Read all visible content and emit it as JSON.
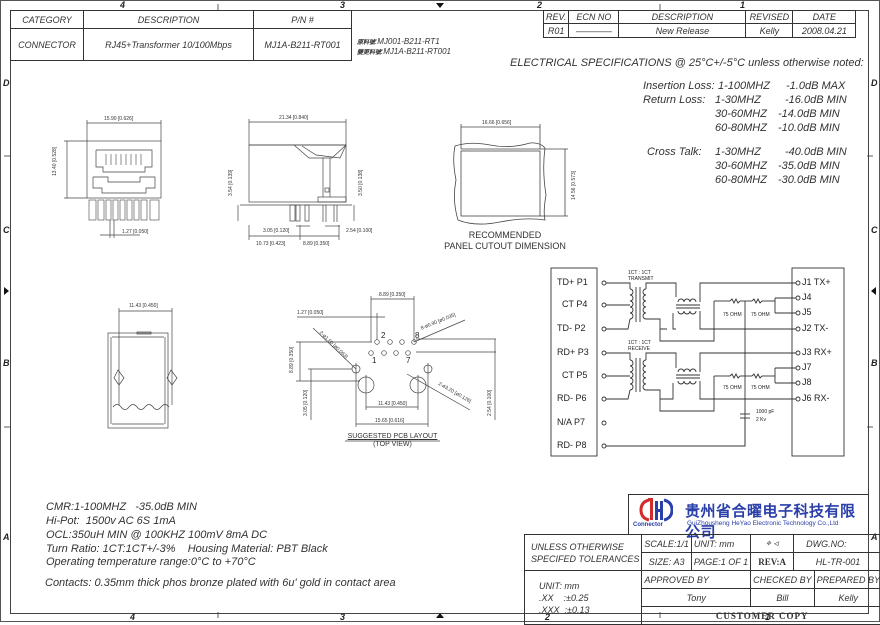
{
  "frame": {
    "top_zones": [
      "4",
      "3",
      "2",
      "1"
    ],
    "side_zones": [
      "D",
      "C",
      "B",
      "A"
    ]
  },
  "header_table": {
    "columns": [
      "CATEGORY",
      "DESCRIPTION",
      "P/N #"
    ],
    "row": [
      "CONNECTOR",
      "RJ45+Transformer  10/100Mbps",
      "MJ1A-B211-RT001"
    ]
  },
  "part_notes": {
    "line1_label": "原料號",
    "line1_value": ":MJ001-B211-RT1",
    "line2_label": "變更料號",
    "line2_value": ":MJ1A-B211-RT001"
  },
  "revision_table": {
    "columns": [
      "REV.",
      "ECN NO",
      "DESCRIPTION",
      "REVISED",
      "DATE"
    ],
    "rows": [
      [
        "R01",
        "————",
        "New Release",
        "Kelly",
        "2008.04.21"
      ]
    ]
  },
  "electrical": {
    "title": "ELECTRICAL SPECIFICATIONS @ 25°C+/-5°C unless otherwise noted:",
    "insertion_loss": {
      "label": "Insertion Loss:",
      "range": "1-100MHZ",
      "value": "-1.0dB MAX"
    },
    "return_loss": {
      "label": "Return Loss:",
      "rows": [
        {
          "range": "1-30MHZ",
          "value": "-16.0dB MIN"
        },
        {
          "range": "30-60MHZ",
          "value": "-14.0dB MIN"
        },
        {
          "range": "60-80MHZ",
          "value": "-10.0dB MIN"
        }
      ]
    },
    "cross_talk": {
      "label": "Cross Talk:",
      "rows": [
        {
          "range": "1-30MHZ",
          "value": "-40.0dB MIN"
        },
        {
          "range": "30-60MHZ",
          "value": "-35.0dB MIN"
        },
        {
          "range": "60-80MHZ",
          "value": "-30.0dB MIN"
        }
      ]
    }
  },
  "front_view": {
    "width_dim": "15.90 [0.626]",
    "height_dim": "13.40 [0.528]",
    "pitch_dim": "1.27 [0.050]"
  },
  "side_view": {
    "length_dim": "21.34 [0.840]",
    "left_h_dim": "3.54 [0.139]",
    "right_h_dim": "3.50 [0.138]",
    "d1": "3.05 [0.120]",
    "d2": "10.73 [0.423]",
    "d3": "8.89 [0.350]",
    "d4": "2.54 [0.100]"
  },
  "panel_cutout": {
    "width_dim": "16.66 [0.656]",
    "height_dim": "14.56 [0.573]",
    "caption_line1": "RECOMMENDED",
    "caption_line2": "PANEL  CUTOUT  DIMENSION"
  },
  "bottom_view": {
    "width_dim": "11.43 [0.450]"
  },
  "pcb_layout": {
    "d_top": "8.89 [0.350]",
    "d_pitch": "1.27 [0.050]",
    "pin_hole": "8-ø0.90 [ø0.035]",
    "post_hole": "2-ø1.60 [ø0.063]",
    "peg_hole": "2-ø3.20 [ø0.126]",
    "d_row": "8.89 [0.350]",
    "d_left": "3.05 [0.120]",
    "d_right": "2.54 [0.100]",
    "d_inner": "11.43 [0.450]",
    "d_outer": "15.65 [0.616]",
    "pin_labels": [
      "2",
      "8",
      "1",
      "7"
    ],
    "caption_line1": "SUGGESTED  PCB  LAYOUT",
    "caption_line2": "(TOP  VIEW)"
  },
  "schematic": {
    "left_pins": [
      "TD+  P1",
      "CT  P4",
      "TD-  P2",
      "RD+  P3",
      "CT  P5",
      "RD-  P6",
      "N/A  P7",
      "RD-  P8"
    ],
    "right_pins": [
      "J1  TX+",
      "J4",
      "J5",
      "J2  TX-",
      "J3  RX+",
      "J7",
      "J8",
      "J6  RX-"
    ],
    "tx_label_1": "1CT : 1CT",
    "tx_label_2": "TRANSMIT",
    "rx_label_1": "1CT : 1CT",
    "rx_label_2": "RECEIVE",
    "resistor_label": "75 OHM",
    "cap_label_1": "1000 pF",
    "cap_label_2": "2 Kv"
  },
  "notes": [
    "CMR:1-100MHZ   -35.0dB MIN",
    "Hi-Pot:  1500v AC 6S 1mA",
    "OCL:350uH MIN @ 100KHZ 100mV 8mA DC",
    "Turn Ratio: 1CT:1CT+/-3%    Housing Material: PBT Black",
    "Operating temperature range:0°C to +70°C",
    "Contacts: 0.35mm thick phos bronze plated with 6u' gold in contact area"
  ],
  "title_block": {
    "company_cn": "贵州省合曜电子科技有限公司",
    "company_en": "GuiZhousheng HeYao Electronic Technology Co.,Ltd",
    "logo_text": "Connector",
    "tolerance_title_1": "UNLESS OTHERWISE",
    "tolerance_title_2": "SPECIFED TOLERANCES",
    "unit": "UNIT:  mm",
    "tol_xx": ".XX    :±0.25",
    "tol_xxx": ".XXX  :±0.13",
    "scale": "SCALE:1/1",
    "unit_cell": "UNIT:  mm",
    "size": "SIZE: A3",
    "page": "PAGE:1  OF  1",
    "rev": "REV:A",
    "dwg_label": "DWG.NO:",
    "dwg_no": "HL-TR-001",
    "approved_label": "APPROVED  BY",
    "checked_label": "CHECKED  BY",
    "prepared_label": "PREPARED  BY",
    "approved_by": "Tony",
    "checked_by": "Bill",
    "prepared_by": "Kelly",
    "customer_copy": "CUSTOMER  COPY",
    "colors": {
      "logo_red": "#d32a2a",
      "logo_blue": "#2a3fa8"
    }
  }
}
